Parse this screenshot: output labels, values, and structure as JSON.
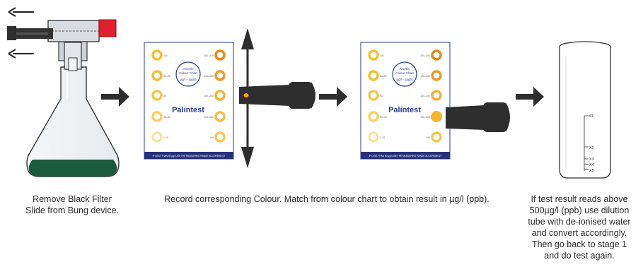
{
  "chart": {
    "brand": "Palintest",
    "title_lines": [
      "Arsenic",
      "Colour Chart",
      "µg/l = (ppb)"
    ],
    "footer": "IF LESS THAN 50 µg/l USE THE MEASURING RANGE ACCORDINGLY",
    "left_values": [
      "100",
      "80–90",
      "50",
      "30–40",
      "< 10"
    ],
    "right_values": [
      "200–300",
      "150–250",
      "100–200",
      "100–300",
      "150"
    ],
    "swatch_colors": {
      "left": [
        "#f2c230",
        "#f0bf38",
        "#f3c84a",
        "#f5d165",
        "#f7e6a4"
      ],
      "right": [
        "#e58a1a",
        "#ec9b26",
        "#f0b23a",
        "#f1bd48",
        "#f3c950"
      ],
      "matched": "#f5b82a"
    }
  },
  "tube": {
    "marks": [
      "X1",
      "X2",
      "X3",
      "X4",
      "X5"
    ]
  },
  "colors": {
    "flask_liquid": "#1b5a3f",
    "bung_red": "#e0202a",
    "dark_gray": "#2e2e2e",
    "chart_border": "#2a3b8f",
    "chart_footer_bg": "#26327a"
  },
  "captions": {
    "step1": [
      "Remove Black Filter",
      "Slide from Bung device."
    ],
    "step2": "Record corresponding Colour. Match from colour chart to obtain result in µg/l (ppb).",
    "step3": [
      "If test result reads above",
      "500µg/l (ppb) use dilution",
      "tube with de-ionised water",
      "and convert accordingly.",
      "Then go back to stage 1",
      "and do test again."
    ]
  }
}
